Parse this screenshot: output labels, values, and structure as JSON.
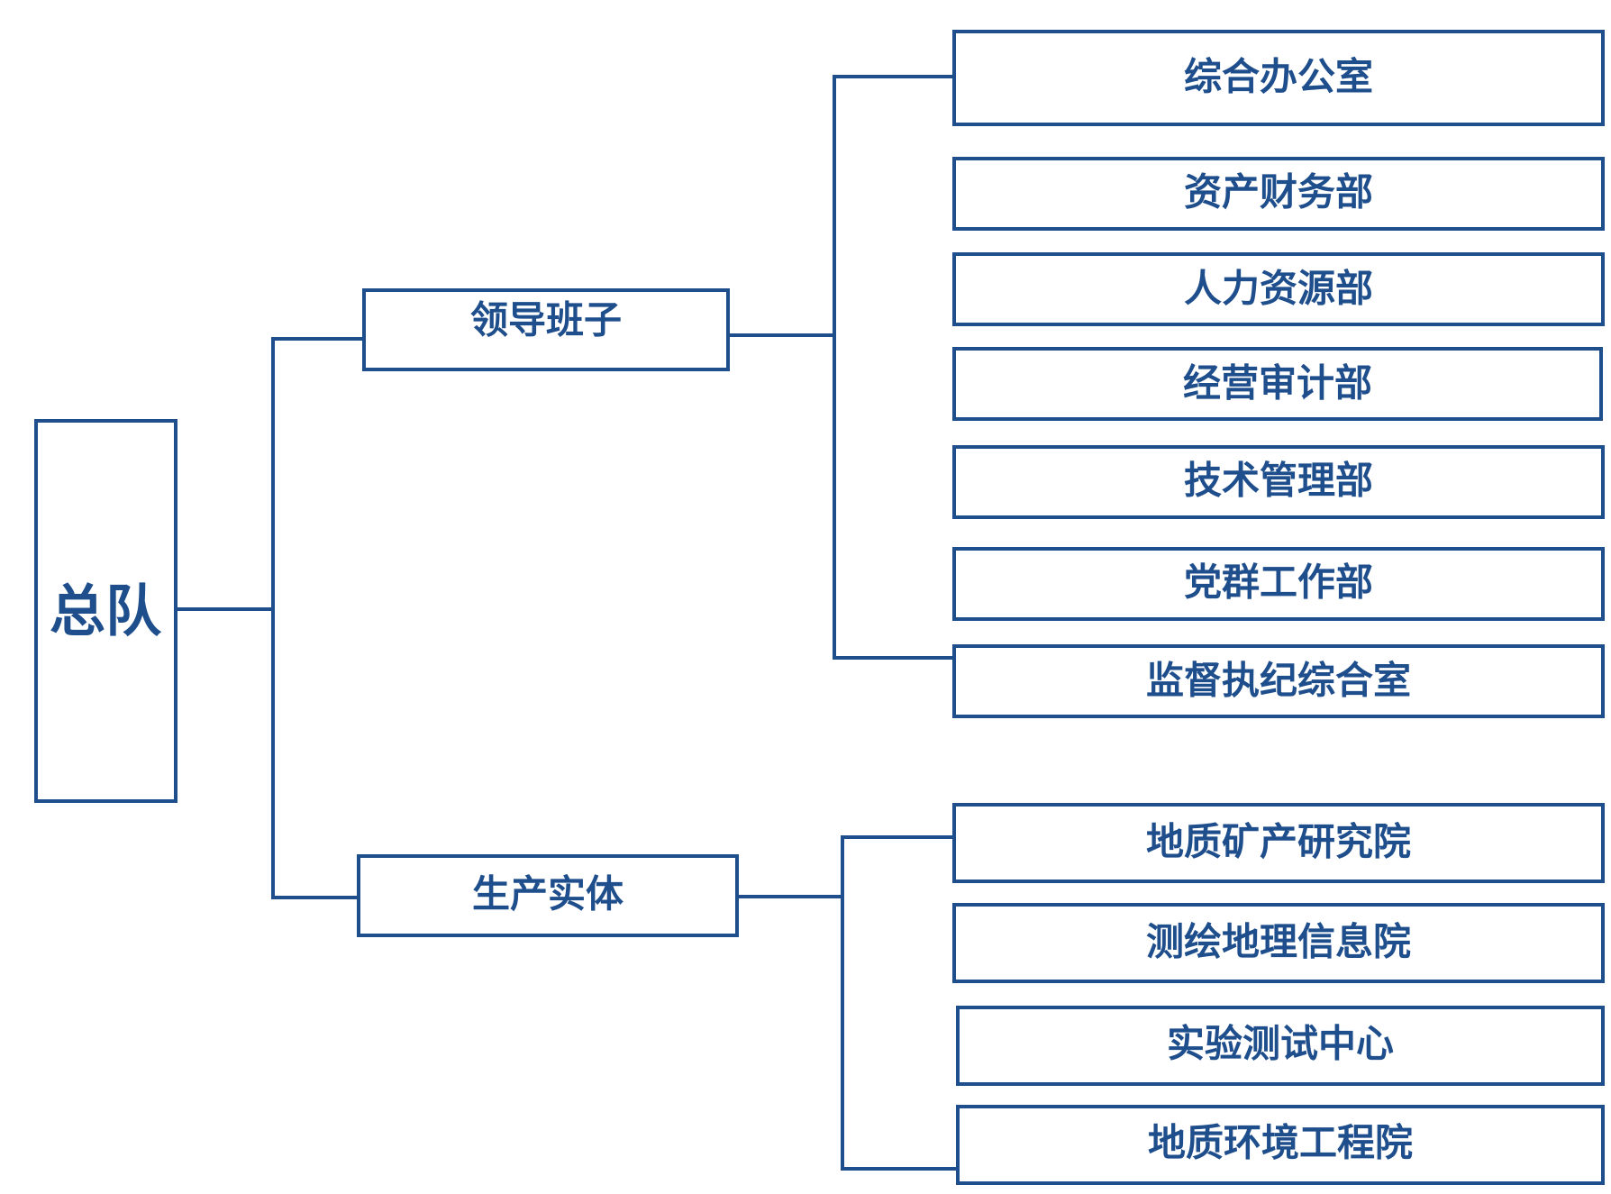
{
  "colors": {
    "line": "#1f4e8c",
    "text": "#1f4e8c",
    "background": "#ffffff"
  },
  "root": {
    "label": "总队"
  },
  "groups": [
    {
      "label": "领导班子",
      "children": [
        "综合办公室",
        "资产财务部",
        "人力资源部",
        "经营审计部",
        "技术管理部",
        "党群工作部",
        "监督执纪综合室"
      ]
    },
    {
      "label": "生产实体",
      "children": [
        "地质矿产研究院",
        "测绘地理信息院",
        "实验测试中心",
        "地质环境工程院"
      ]
    }
  ]
}
